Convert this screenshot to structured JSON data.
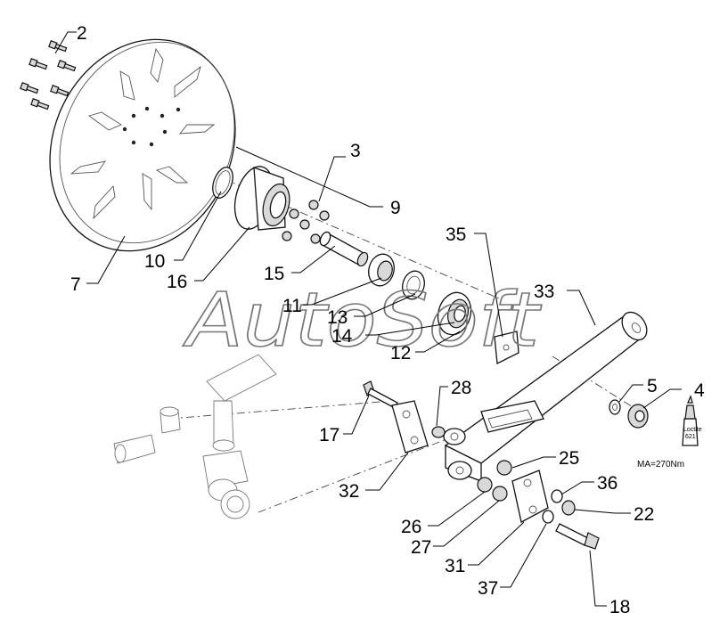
{
  "watermark": "AutoSoft",
  "torque_note": "MA=270Nm",
  "bottle_label": {
    "line1": "Loctite",
    "line2": "621"
  },
  "callouts": [
    {
      "id": "2"
    },
    {
      "id": "3"
    },
    {
      "id": "4"
    },
    {
      "id": "5"
    },
    {
      "id": "7"
    },
    {
      "id": "9"
    },
    {
      "id": "10"
    },
    {
      "id": "11"
    },
    {
      "id": "12"
    },
    {
      "id": "13"
    },
    {
      "id": "14"
    },
    {
      "id": "15"
    },
    {
      "id": "16"
    },
    {
      "id": "17"
    },
    {
      "id": "18"
    },
    {
      "id": "22"
    },
    {
      "id": "25"
    },
    {
      "id": "26"
    },
    {
      "id": "27"
    },
    {
      "id": "28"
    },
    {
      "id": "31"
    },
    {
      "id": "32"
    },
    {
      "id": "33"
    },
    {
      "id": "35"
    },
    {
      "id": "36"
    },
    {
      "id": "37"
    }
  ]
}
